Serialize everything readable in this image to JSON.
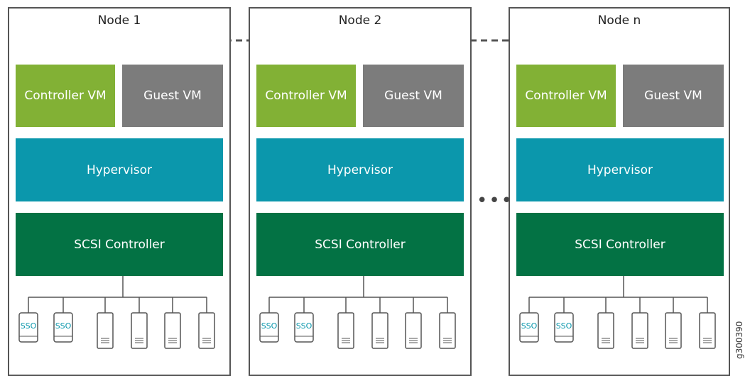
{
  "nodes": [
    {
      "title": "Node 1"
    },
    {
      "title": "Node 2"
    },
    {
      "title": "Node n"
    }
  ],
  "labels": {
    "controller_vm": "Controller VM",
    "guest_vm": "Guest VM",
    "hypervisor": "Hypervisor",
    "scsi_controller": "SCSI Controller",
    "ssd": "SSO"
  },
  "ellipsis": "•••",
  "figure_id": "g300390",
  "colors": {
    "controller_vm": "#82b135",
    "guest_vm": "#7c7c7c",
    "hypervisor": "#0b97ac",
    "scsi_controller": "#037244",
    "ssd_text": "#0b97ac",
    "border": "#555555"
  }
}
